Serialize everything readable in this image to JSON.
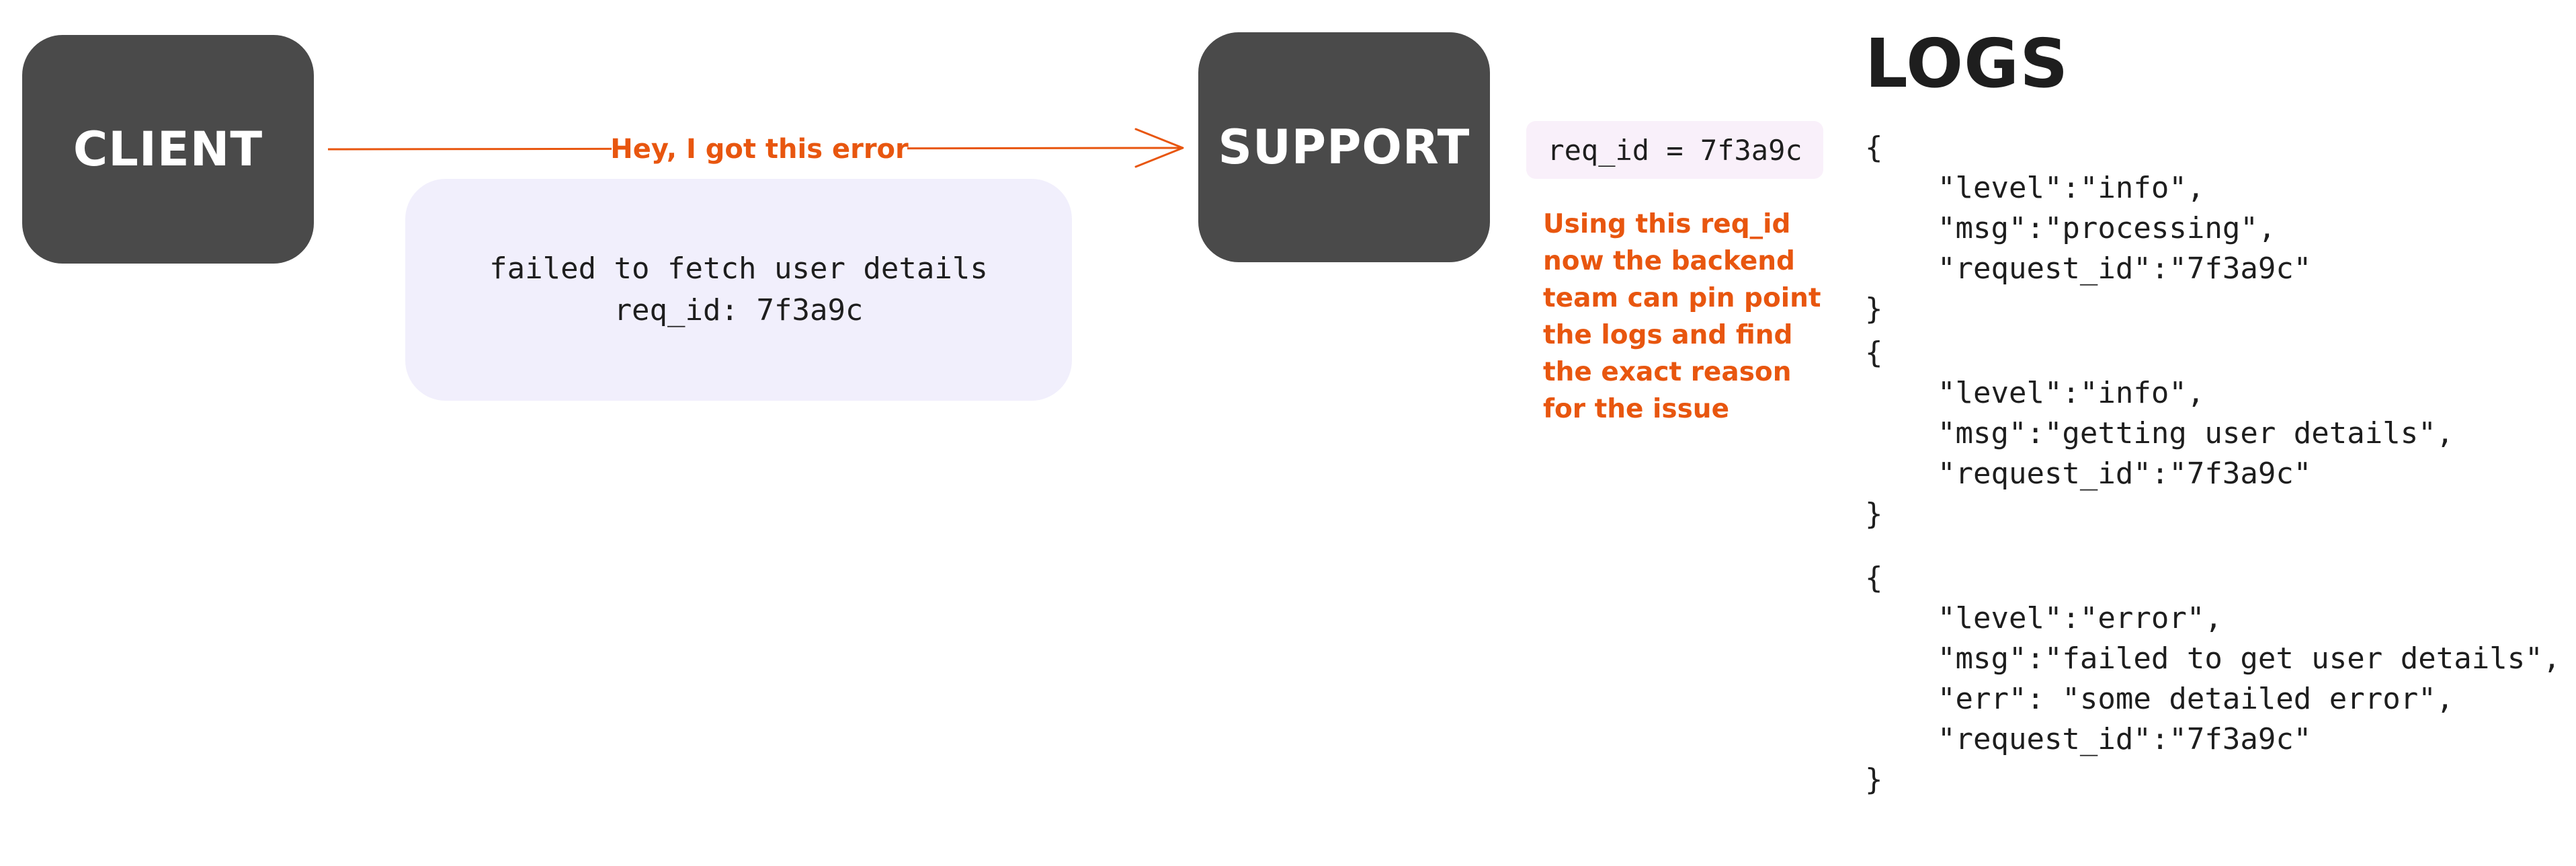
{
  "client": {
    "label": "CLIENT"
  },
  "support": {
    "label": "SUPPORT"
  },
  "arrow": {
    "label": "Hey, I got this error",
    "color": "#e8560f"
  },
  "message": {
    "line1": "failed to fetch user details",
    "line2": "req_id: 7f3a9c"
  },
  "req_chip": {
    "text": "req_id = 7f3a9c"
  },
  "annotation": {
    "lines": [
      "Using this req_id",
      "now the backend",
      "team can pin point",
      "the logs and find",
      "the exact reason",
      "for the issue"
    ]
  },
  "logs": {
    "title": "LOGS",
    "entries": [
      {
        "open": "{",
        "fields": [
          "\"level\":\"info\",",
          "\"msg\":\"processing\",",
          "\"request_id\":\"7f3a9c\""
        ],
        "close": "}"
      },
      {
        "open": "{",
        "fields": [
          "\"level\":\"info\",",
          "\"msg\":\"getting user details\",",
          "\"request_id\":\"7f3a9c\""
        ],
        "close": "}"
      },
      {
        "open": "{",
        "fields": [
          "\"level\":\"error\",",
          "\"msg\":\"failed to get user details\",",
          "\"err\": \"some detailed error\",",
          "\"request_id\":\"7f3a9c\""
        ],
        "close": "}"
      }
    ]
  },
  "colors": {
    "node_fill": "#4a4a4a",
    "accent": "#e8560f",
    "message_bg": "#f1effc",
    "chip_bg": "#f9f0fa"
  }
}
